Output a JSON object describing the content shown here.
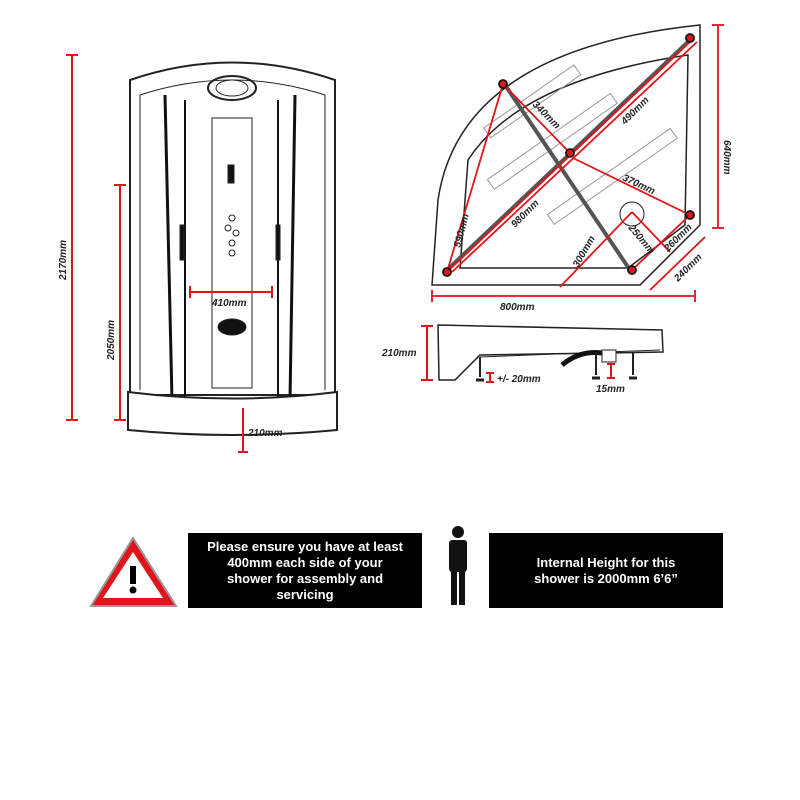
{
  "front_view": {
    "height_total": "2170mm",
    "height_cabin": "2050mm",
    "width_panel": "410mm",
    "tray_height": "210mm"
  },
  "plan_view": {
    "d340": "340mm",
    "d490": "490mm",
    "d370": "370mm",
    "d590": "590mm",
    "d980": "980mm",
    "d250": "250mm",
    "d260": "260mm",
    "d300": "300mm",
    "depth": "640mm",
    "width": "800mm",
    "side": "240mm"
  },
  "tray_view": {
    "height": "210mm",
    "adjust": "+/- 20mm",
    "waste": "15mm"
  },
  "notices": {
    "assembly": "Please ensure you have at least 400mm each side of your shower for assembly and servicing",
    "height": "Internal Height for this shower is 2000mm 6’6”"
  },
  "colors": {
    "dimension": "#e0151b",
    "box": "#000000"
  }
}
